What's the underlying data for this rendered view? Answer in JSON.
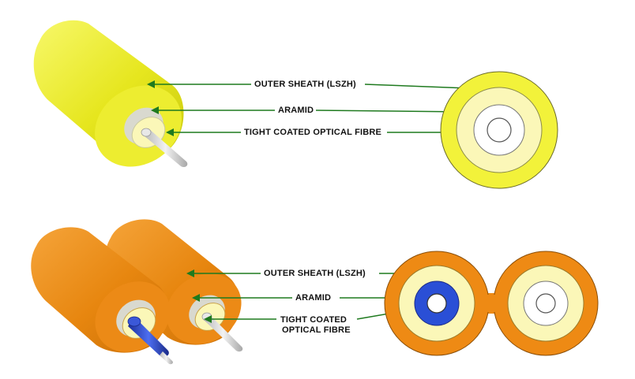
{
  "top_diagram": {
    "labels": {
      "sheath": "OUTER SHEATH (LSZH)",
      "aramid": "ARAMID",
      "fibre": "TIGHT COATED OPTICAL FIBRE"
    }
  },
  "bottom_diagram": {
    "labels": {
      "sheath": "OUTER SHEATH (LSZH)",
      "aramid": "ARAMID",
      "fibre_line1": "TIGHT COATED",
      "fibre_line2": "OPTICAL FIBRE"
    }
  },
  "colors": {
    "arrow": "#1f7a1f",
    "yellow_sheath": "#f2f23a",
    "aramid_cream": "#fbf7b8",
    "orange_sheath": "#ee8a14",
    "blue_buffer": "#2a4fd6",
    "fibre_gray": "#d6d6d6"
  }
}
